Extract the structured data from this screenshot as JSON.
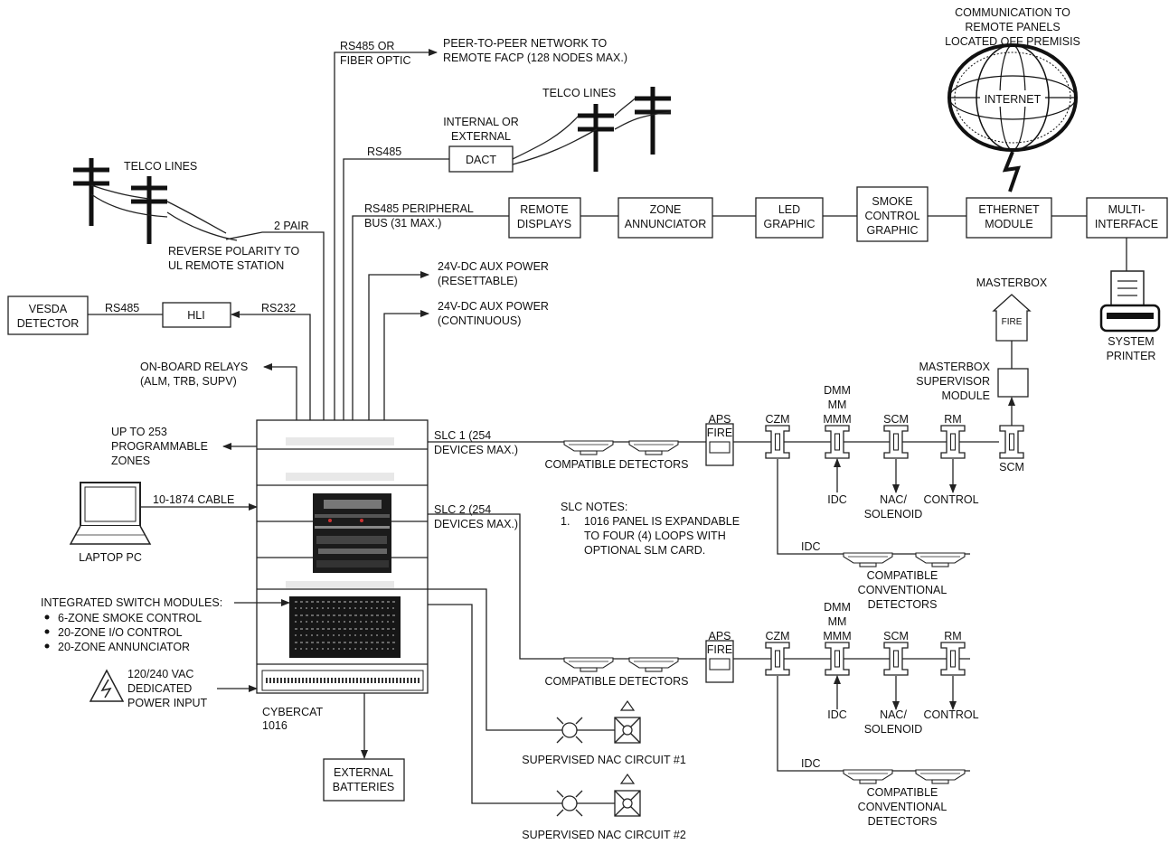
{
  "top": {
    "rs485_fiber": [
      "RS485 OR",
      "FIBER OPTIC"
    ],
    "peer_network": [
      "PEER-TO-PEER NETWORK TO",
      "REMOTE FACP (128 NODES MAX.)"
    ],
    "telco_lines_right": "TELCO LINES",
    "internal_external": [
      "INTERNAL OR",
      "EXTERNAL"
    ],
    "rs485": "RS485",
    "dact": "DACT",
    "communication": [
      "COMMUNICATION TO",
      "REMOTE PANELS",
      "LOCATED  OFF PREMISIS"
    ],
    "internet": "INTERNET"
  },
  "left": {
    "telco_lines_left": "TELCO LINES",
    "two_pair": "2 PAIR",
    "reverse_polarity": [
      "REVERSE POLARITY TO",
      "UL REMOTE STATION"
    ],
    "vesda": [
      "VESDA",
      "DETECTOR"
    ],
    "rs485_vesda": "RS485",
    "hli": "HLI",
    "rs232": "RS232",
    "onboard_relays": [
      "ON-BOARD RELAYS",
      "(ALM, TRB, SUPV)"
    ],
    "zones": [
      "UP TO 253",
      "PROGRAMMABLE",
      "ZONES"
    ],
    "cable": "10-1874 CABLE",
    "laptop": "LAPTOP PC",
    "switch_modules_title": "INTEGRATED SWITCH MODULES:",
    "switch_modules": [
      "6-ZONE SMOKE CONTROL",
      "20-ZONE I/O CONTROL",
      "20-ZONE ANNUNCIATOR"
    ],
    "power": [
      "120/240 VAC",
      "DEDICATED",
      "POWER INPUT"
    ],
    "panel_name": [
      "CYBERCAT",
      "1016"
    ],
    "batteries": [
      "EXTERNAL",
      "BATTERIES"
    ]
  },
  "bus": {
    "label": [
      "RS485 PERIPHERAL",
      "BUS (31 MAX.)"
    ],
    "aux_resettable": [
      "24V-DC AUX POWER",
      "(RESETTABLE)"
    ],
    "aux_continuous": [
      "24V-DC AUX POWER",
      "(CONTINUOUS)"
    ],
    "remote_displays": [
      "REMOTE",
      "DISPLAYS"
    ],
    "zone_annunciator": [
      "ZONE",
      "ANNUNCIATOR"
    ],
    "led_graphic": [
      "LED",
      "GRAPHIC"
    ],
    "smoke_control": [
      "SMOKE",
      "CONTROL",
      "GRAPHIC"
    ],
    "ethernet": [
      "ETHERNET",
      "MODULE"
    ],
    "multi_interface": [
      "MULTI-",
      "INTERFACE"
    ],
    "printer": [
      "SYSTEM",
      "PRINTER"
    ]
  },
  "slc1": {
    "label": [
      "SLC 1 (254",
      "DEVICES MAX.)"
    ],
    "detectors": "COMPATIBLE DETECTORS",
    "aps": "APS",
    "fire": "FIRE",
    "czm": "CZM",
    "dmm": [
      "DMM",
      "MM",
      "MMM"
    ],
    "scm": "SCM",
    "rm": "RM",
    "idc_arrow": "IDC",
    "nac": [
      "NAC/",
      "SOLENOID"
    ],
    "control": "CONTROL",
    "scm_bottom": "SCM",
    "idc_line": "IDC",
    "conventional": [
      "COMPATIBLE",
      "CONVENTIONAL",
      "DETECTORS"
    ],
    "masterbox": "MASTERBOX",
    "masterbox_fire": "FIRE",
    "masterbox_supervisor": [
      "MASTERBOX",
      "SUPERVISOR",
      "MODULE"
    ]
  },
  "slc2": {
    "label": [
      "SLC 2 (254",
      "DEVICES MAX.)"
    ],
    "detectors": "COMPATIBLE DETECTORS",
    "aps": "APS",
    "fire": "FIRE",
    "czm": "CZM",
    "dmm": [
      "DMM",
      "MM",
      "MMM"
    ],
    "scm": "SCM",
    "rm": "RM",
    "idc_arrow": "IDC",
    "nac": [
      "NAC/",
      "SOLENOID"
    ],
    "control": "CONTROL",
    "idc_line": "IDC",
    "conventional": [
      "COMPATIBLE",
      "CONVENTIONAL",
      "DETECTORS"
    ]
  },
  "notes": {
    "title": "SLC NOTES:",
    "num": "1.",
    "lines": [
      "1016 PANEL IS EXPANDABLE",
      "TO FOUR (4) LOOPS WITH",
      "OPTIONAL SLM CARD."
    ]
  },
  "nac": {
    "circuit1": "SUPERVISED NAC CIRCUIT #1",
    "circuit2": "SUPERVISED NAC CIRCUIT #2"
  }
}
